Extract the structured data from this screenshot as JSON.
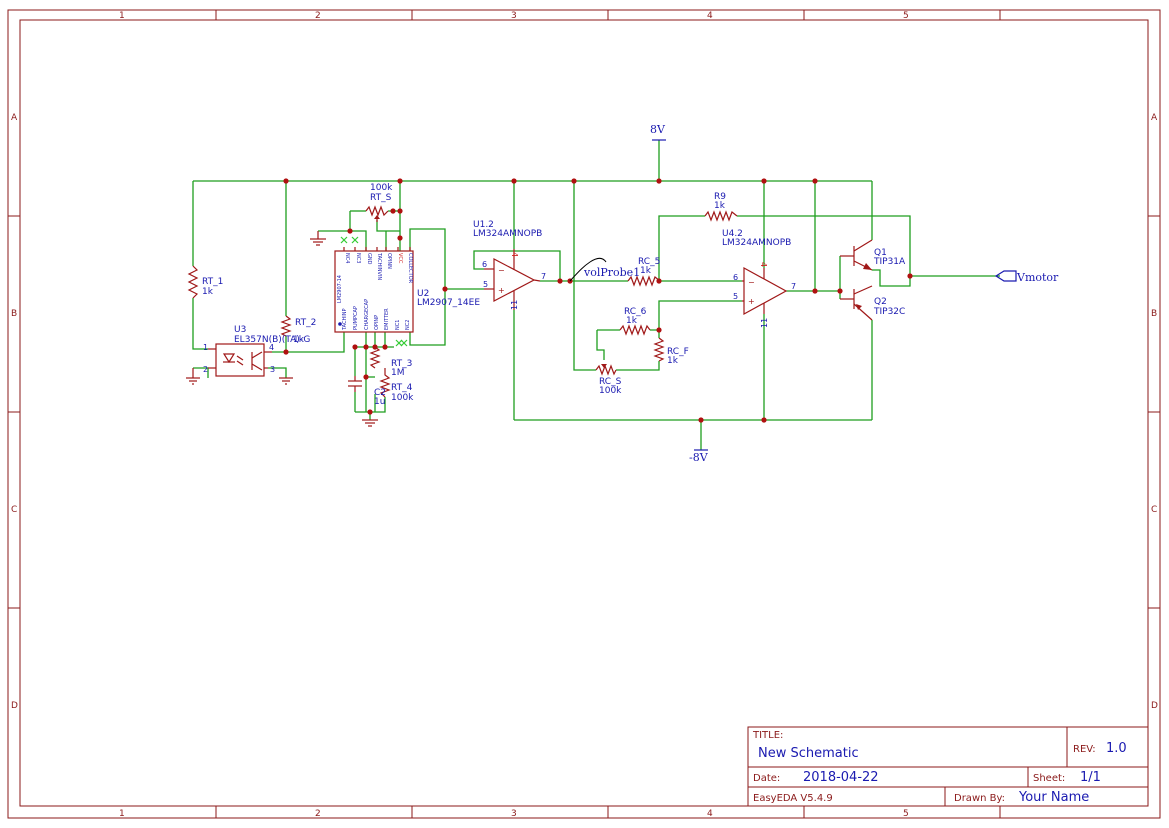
{
  "frame": {
    "col_labels": [
      "1",
      "2",
      "3",
      "4",
      "5"
    ],
    "row_labels": [
      "A",
      "B",
      "C",
      "D"
    ]
  },
  "title_block": {
    "title_label": "TITLE:",
    "title": "New Schematic",
    "rev_label": "REV:",
    "rev": "1.0",
    "date_label": "Date:",
    "date": "2018-04-22",
    "sheet_label": "Sheet:",
    "sheet": "1/1",
    "app": "EasyEDA V5.4.9",
    "drawn_label": "Drawn By:",
    "drawn_by": "Your Name"
  },
  "nets": {
    "vpos": "8V",
    "vneg": "-8V",
    "probe": "volProbe1",
    "vmotor": "Vmotor"
  },
  "parts": {
    "rt1": {
      "ref": "RT_1",
      "val": "1k"
    },
    "rt2": {
      "ref": "RT_2",
      "val": "1k"
    },
    "rts": {
      "ref": "RT_S",
      "val": "100k"
    },
    "rt3": {
      "ref": "RT_3",
      "val": "1M"
    },
    "rt4": {
      "ref": "RT_4",
      "val": "100k"
    },
    "c2": {
      "ref": "C2",
      "val": "1u"
    },
    "u3": {
      "ref": "U3",
      "val": "EL357N(B)(TA)-G"
    },
    "u2": {
      "ref": "U2",
      "val": "LM2907_14EE",
      "chip": "LM2907-14"
    },
    "u1": {
      "ref": "U1.2",
      "val": "LM324AMNOPB"
    },
    "u4": {
      "ref": "U4.2",
      "val": "LM324AMNOPB"
    },
    "rc5": {
      "ref": "RC_5",
      "val": "1k"
    },
    "rc6": {
      "ref": "RC_6",
      "val": "1k"
    },
    "rcf": {
      "ref": "RC_F",
      "val": "1k"
    },
    "rcs": {
      "ref": "RC_S",
      "val": "100k"
    },
    "r9": {
      "ref": "R9",
      "val": "1k"
    },
    "q1": {
      "ref": "Q1",
      "val": "TIP31A"
    },
    "q2": {
      "ref": "Q2",
      "val": "TIP32C"
    }
  },
  "pins": {
    "u3": [
      "1",
      "2",
      "3",
      "4"
    ],
    "u1": {
      "inv": "6",
      "noninv": "5",
      "out": "7",
      "vcc": "4",
      "gnd": "11"
    },
    "u4": {
      "inv": "6",
      "noninv": "5",
      "out": "7",
      "vcc": "4",
      "gnd": "11"
    },
    "u2_top": [
      "NC4",
      "NC3",
      "GND",
      "TACHINVIN",
      "OPINN",
      "VCC",
      "COLLECTOR"
    ],
    "u2_bottom": [
      "TACHINP",
      "PUMPCAP",
      "CHARGECAP",
      "OPINP",
      "EMITTER",
      "NC1",
      "NC2"
    ]
  }
}
